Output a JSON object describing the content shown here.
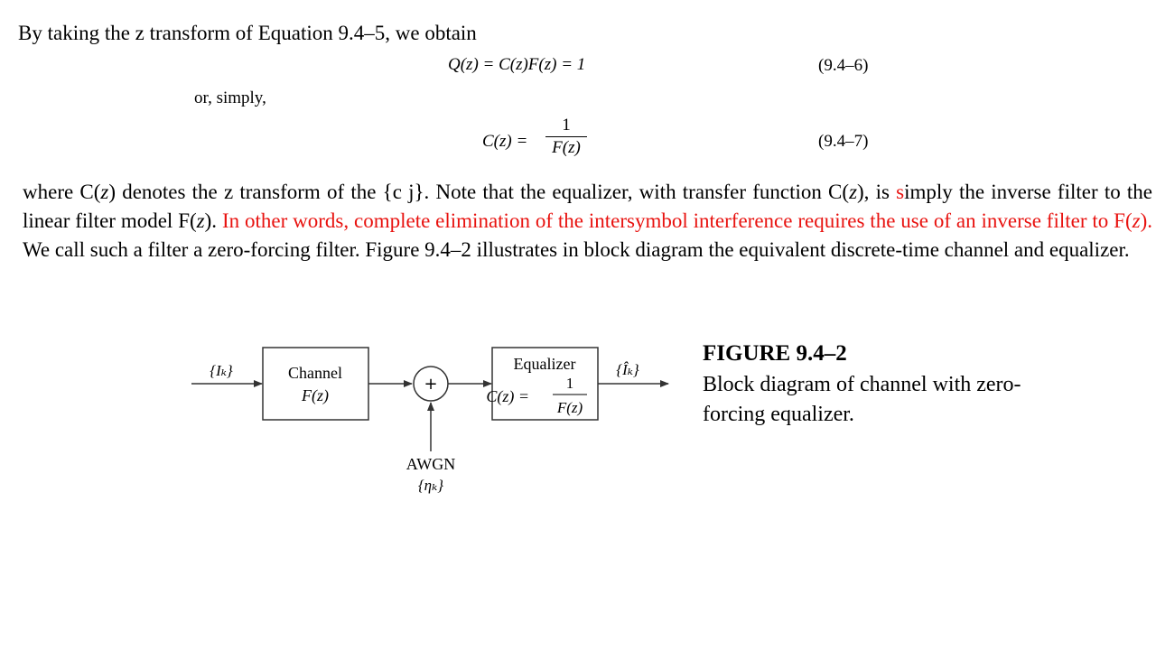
{
  "intro": "By taking the z transform of Equation 9.4–5, we obtain",
  "equations": {
    "eq6_text": "Q(z) = C(z)F(z) = 1",
    "eq6_number": "(9.4–6)",
    "or_simply": "or, simply,",
    "eq7_lhs": "C(z) =",
    "eq7_numerator": "1",
    "eq7_denominator": "F(z)",
    "eq7_number": "(9.4–7)"
  },
  "paragraph": {
    "part1": "where C(",
    "z1": "z",
    "part2": ") denotes the z transform of the {c j}. Note that the equalizer, with transfer function C(",
    "z2": "z",
    "part3": "), is ",
    "red_s": "s",
    "part4": "imply the inverse filter to the linear filter model F(",
    "z3": "z",
    "part5": "). ",
    "red_sentence_a": "In other words, complete elimination of the intersymbol interference requires the use of an inverse filter to F(",
    "red_z": "z",
    "red_sentence_b": ").",
    "part6": " We call such a filter a zero-forcing filter. Figure 9.4–2 illustrates in block diagram the equivalent discrete-time channel and equalizer."
  },
  "figure": {
    "input_label": "{Iₖ}",
    "channel_title": "Channel",
    "channel_tf": "F(z)",
    "adder_symbol": "+",
    "equalizer_title": "Equalizer",
    "equalizer_lhs": "C(z) =",
    "equalizer_num": "1",
    "equalizer_den": "F(z)",
    "output_label": "{Îₖ}",
    "noise_label": "AWGN",
    "noise_symbol": "{ηₖ}",
    "title": "FIGURE 9.4–2",
    "caption": "Block diagram of channel with zero-forcing equalizer."
  },
  "colors": {
    "text": "#000000",
    "highlight": "#e8120f",
    "diagram_stroke": "#333333"
  }
}
